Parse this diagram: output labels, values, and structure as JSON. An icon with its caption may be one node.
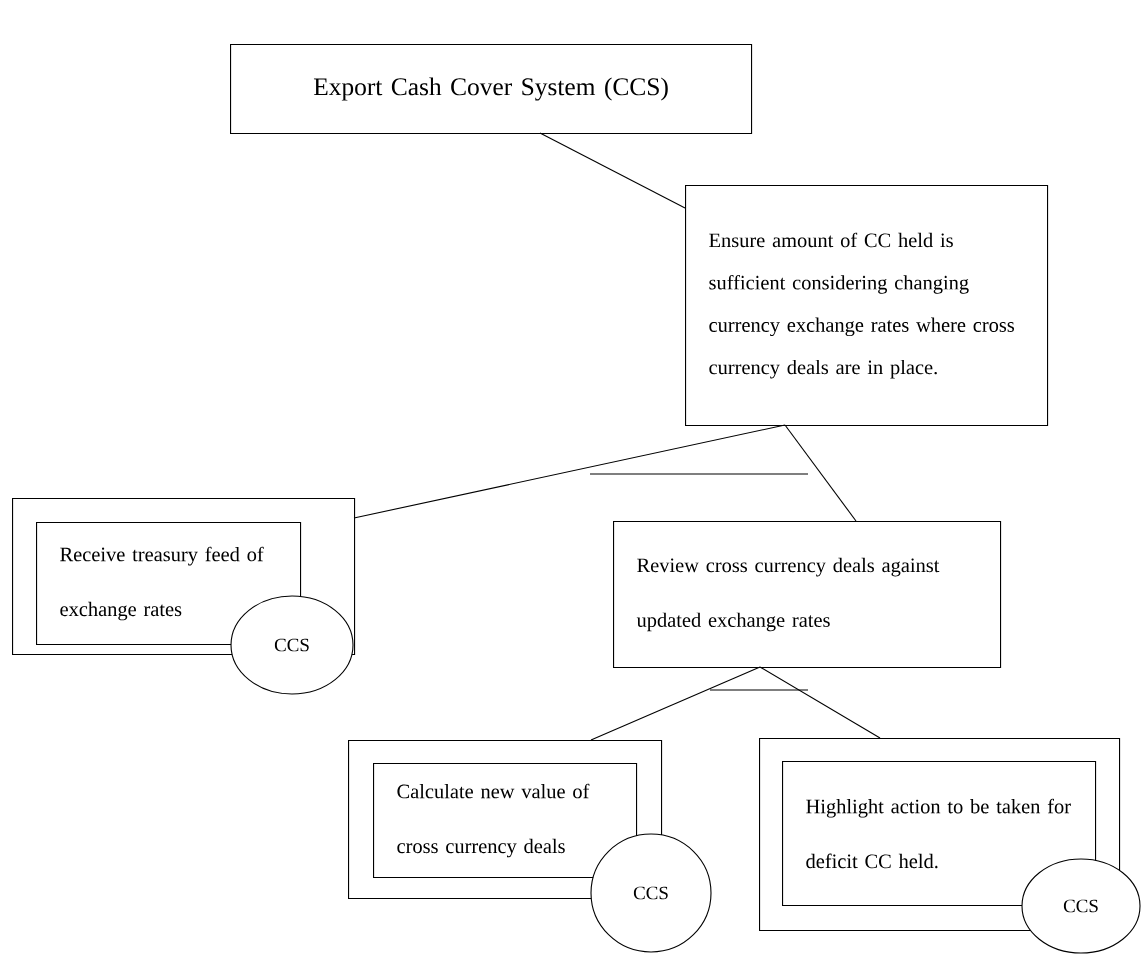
{
  "diagram": {
    "nodes": [
      {
        "text": [
          "Export Cash Cover System (CCS)"
        ]
      },
      {
        "text": [
          "Ensure amount of CC held is sufficient considering changing currency exchange rates where cross currency deals are in place."
        ]
      },
      {
        "text": [],
        "shape": "box"
      },
      {
        "text": [
          "Receive treasury feed of exchange rates"
        ],
        "in": 2
      },
      {
        "text": [
          "CCS"
        ]
      },
      {
        "text": [
          "Review cross currency deals against updated exchange rates"
        ]
      },
      {
        "text": [],
        "shape": "box"
      },
      {
        "text": [
          "Calculate new value of cross currency deals"
        ],
        "in": 6
      },
      {
        "text": [
          "CCS"
        ]
      },
      {
        "text": [],
        "shape": "box"
      },
      {
        "text": [
          "Highlight action to be taken for deficit CC held."
        ],
        "in": 9
      },
      {
        "text": [
          "CCS"
        ]
      }
    ],
    "edges": [
      {
        "from": 0,
        "to": 1,
        "arrow": "none"
      },
      {
        "from": 1,
        "to": 2,
        "arrow": "none"
      },
      {
        "from": 1,
        "to": 5,
        "arrow": "none"
      },
      {
        "from": 5,
        "to": 6,
        "arrow": "none"
      },
      {
        "from": 5,
        "to": 9,
        "arrow": "none"
      }
    ]
  }
}
